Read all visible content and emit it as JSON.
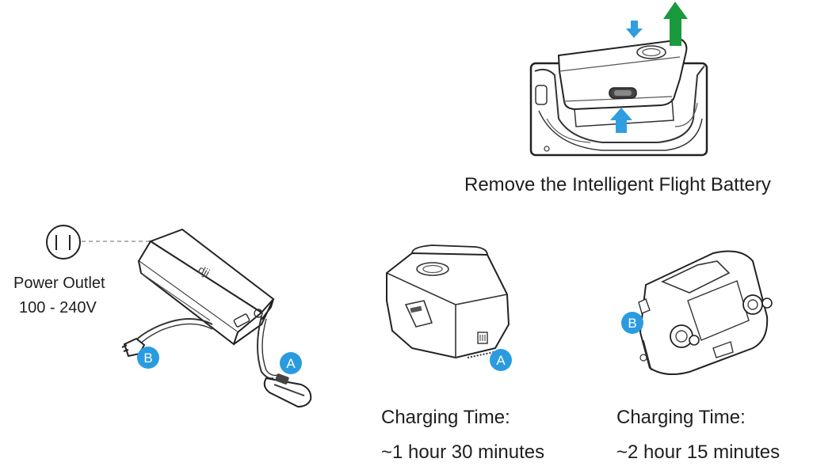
{
  "captions": {
    "remove_battery": "Remove the Intelligent Flight Battery",
    "power_outlet": "Power Outlet",
    "voltage": "100 -  240V",
    "charging_time_label_1": "Charging Time:",
    "charging_time_value_1": "~1 hour 30 minutes",
    "charging_time_label_2": "Charging Time:",
    "charging_time_value_2": "~2 hour 15 minutes"
  },
  "badges": {
    "a": "A",
    "b": "B"
  },
  "colors": {
    "badge": "#2b9be0",
    "arrow_green": "#1a9a3c",
    "arrow_blue": "#2f9ee0",
    "line": "#333333",
    "dashed": "#999999"
  }
}
